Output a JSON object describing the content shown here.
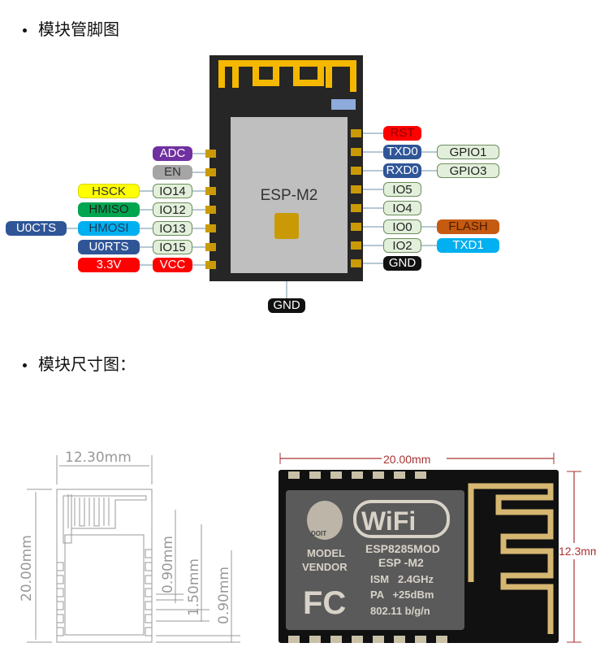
{
  "sections": {
    "pinout_heading": "模块管脚图",
    "dimension_heading": "模块尺寸图："
  },
  "chip": {
    "name": "ESP-M2",
    "bottom_pad_label": "GND"
  },
  "left_pins": {
    "adc": "ADC",
    "en": "EN",
    "io14": "IO14",
    "hsck": "HSCK",
    "io12": "IO12",
    "hmiso": "HMISO",
    "io13": "IO13",
    "hmosi": "HMOSI",
    "u0cts": "U0CTS",
    "io15": "IO15",
    "u0rts": "U0RTS",
    "vcc": "VCC",
    "v33": "3.3V"
  },
  "right_pins": {
    "rst": "RST",
    "txd0": "TXD0",
    "gpio1": "GPIO1",
    "rxd0": "RXD0",
    "gpio3": "GPIO3",
    "io5": "IO5",
    "io4": "IO4",
    "io0": "IO0",
    "flash": "FLASH",
    "io2": "IO2",
    "txd1": "TXD1",
    "gnd": "GND"
  },
  "dimension_drawing": {
    "width": "12.30mm",
    "height": "20.00mm",
    "pitch_a": "0.90mm",
    "pitch_b": "1.50mm",
    "pitch_c": "0.90mm"
  },
  "photo": {
    "width": "20.00mm",
    "height": "12.3mm",
    "logo_brand": "DOIT",
    "wifi_logo": "WiFi",
    "model_line1": "MODEL",
    "model_line2": "VENDOR",
    "fc_mark": "FC",
    "module": "ESP8285MOD",
    "module_name": "ESP -M2",
    "ism": "ISM   2.4GHz",
    "pa": "PA   +25dBm",
    "standard": "802.11 b/g/n"
  },
  "colors": {
    "purple": "#7030a0",
    "gray": "#a5a5a5",
    "yellow": "#ffff00",
    "green": "#00a550",
    "cyan": "#00b0f0",
    "navy": "#2f5597",
    "red": "#ff0000",
    "orange": "#c55a11",
    "gold": "#d4a017"
  }
}
